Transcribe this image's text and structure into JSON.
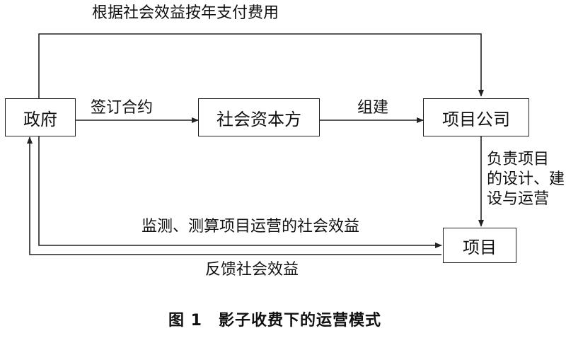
{
  "boxes": {
    "government": "政府",
    "social_capital": "社会资本方",
    "project_company": "项目公司",
    "project": "项目"
  },
  "labels": {
    "pay_fees": "根据社会效益按年支付费用",
    "sign_contract": "签订合约",
    "establish": "组建",
    "responsible": [
      "负责项目",
      "的设计、建",
      "设与运营"
    ],
    "monitor": "监测、测算项目运营的社会效益",
    "feedback": "反馈社会效益"
  },
  "caption": "图 1　影子收费下的运营模式"
}
